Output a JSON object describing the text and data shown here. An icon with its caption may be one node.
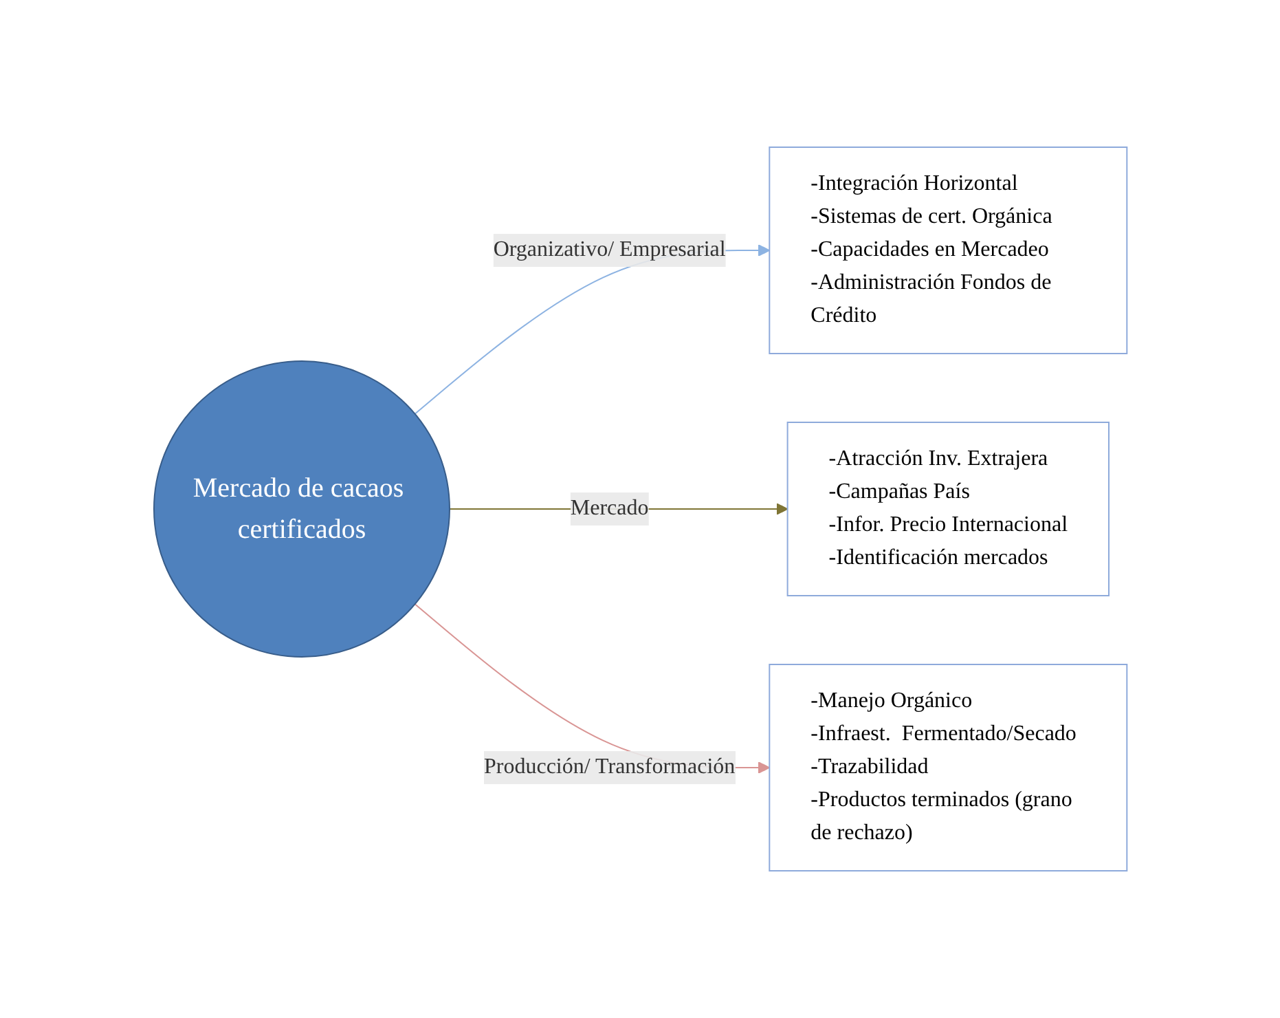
{
  "diagram": {
    "nodes": [
      {
        "text": [
          "Mercado de cacaos certificados"
        ]
      },
      {
        "text": [
          "-Integración Horizontal",
          "-Sistemas de cert. Orgánica",
          "-Capacidades en Mercadeo",
          "-Administración Fondos de Crédito"
        ]
      },
      {
        "text": [
          "-Atracción Inv. Extrajera",
          "-Campañas País",
          "-Infor. Precio Internacional",
          "-Identificación mercados"
        ]
      },
      {
        "text": [
          "-Manejo Orgánico",
          "-Infraest.  Fermentado/Secado",
          "-Trazabilidad",
          "-Productos terminados (grano de rechazo)"
        ]
      }
    ],
    "edges": [
      {
        "from": 0,
        "to": 1,
        "arrow": "to",
        "label": "Organizativo/ Empresarial",
        "color": "#8db3e2"
      },
      {
        "from": 0,
        "to": 2,
        "arrow": "to",
        "label": "Mercado",
        "color": "#7f7535"
      },
      {
        "from": 0,
        "to": 3,
        "arrow": "to",
        "label": "Producción/ Transformación",
        "color": "#d99594"
      }
    ]
  }
}
